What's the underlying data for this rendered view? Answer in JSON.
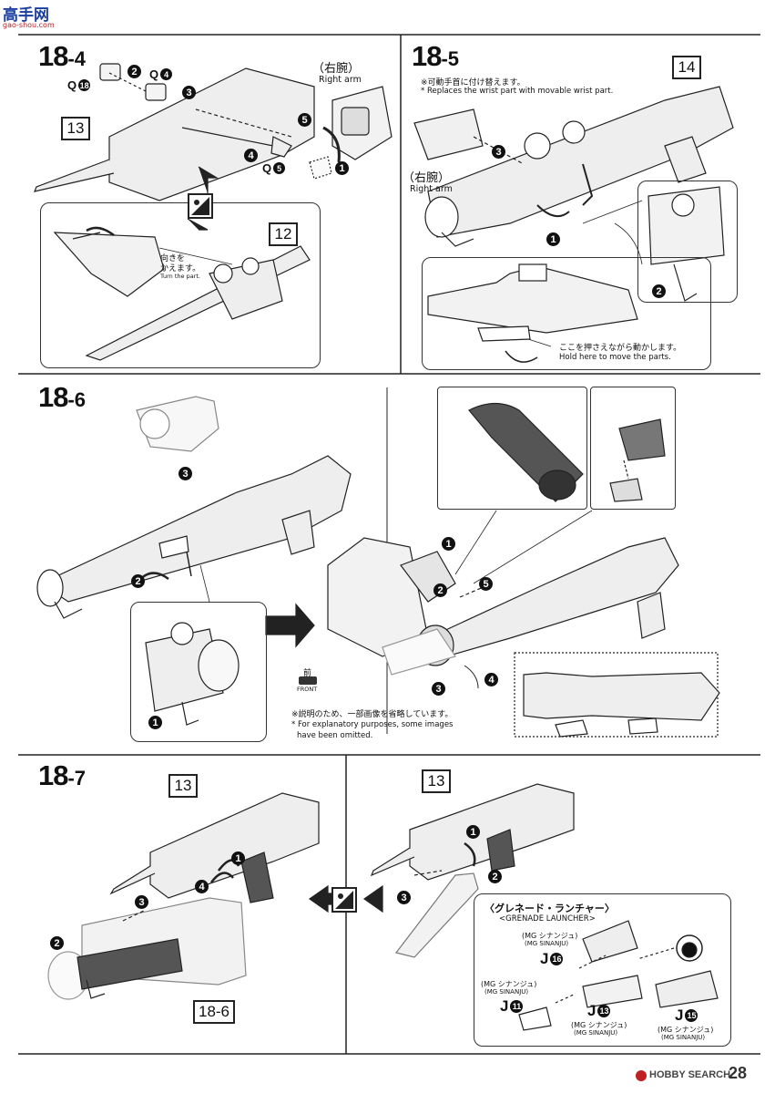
{
  "site_logo": {
    "text": "高手网",
    "url": "gao-shou.com"
  },
  "steps": {
    "s184": {
      "major": "18",
      "minor": "-4"
    },
    "s185": {
      "major": "18",
      "minor": "-5"
    },
    "s186": {
      "major": "18",
      "minor": "-6"
    },
    "s187": {
      "major": "18",
      "minor": "-7"
    }
  },
  "parts": {
    "p13": "13",
    "p12": "12",
    "p14": "14",
    "p186": "18-6"
  },
  "step_numbers": [
    "1",
    "2",
    "3",
    "4",
    "5"
  ],
  "q_labels": {
    "q18": {
      "letter": "Q",
      "num": "18"
    },
    "q4": {
      "letter": "Q",
      "num": "4"
    },
    "q5": {
      "letter": "Q",
      "num": "5"
    }
  },
  "texts": {
    "right_arm_jp": "（右腕）",
    "right_arm_en": "Right arm",
    "turn_jp_1": "向きを",
    "turn_jp_2": "かえます。",
    "turn_en": "Turn the part.",
    "wrist_jp": "※可動手首に付け替えます。",
    "wrist_en": "* Replaces the wrist part with movable wrist part.",
    "hold_jp": "ここを押さえながら動かします。",
    "hold_en": "Hold here to move the parts.",
    "front_jp": "前",
    "front_en": "FRONT",
    "omit_jp": "※説明のため、一部画像を省略しています。",
    "omit_en_1": "* For explanatory purposes, some images",
    "omit_en_2": "have been omitted.",
    "gl_jp": "〈グレネード・ランチャー〉",
    "gl_en": "<GRENADE LAUNCHER>",
    "mg_jp": "(MG シナンジュ)",
    "mg_en": "(MG SINANJU)"
  },
  "j_labels": {
    "j16": {
      "letter": "J",
      "num": "16"
    },
    "j11": {
      "letter": "J",
      "num": "11"
    },
    "j13": {
      "letter": "J",
      "num": "13"
    },
    "j15": {
      "letter": "J",
      "num": "15"
    }
  },
  "footer": {
    "brand": "HOBBY SEARCH",
    "page": "28"
  }
}
